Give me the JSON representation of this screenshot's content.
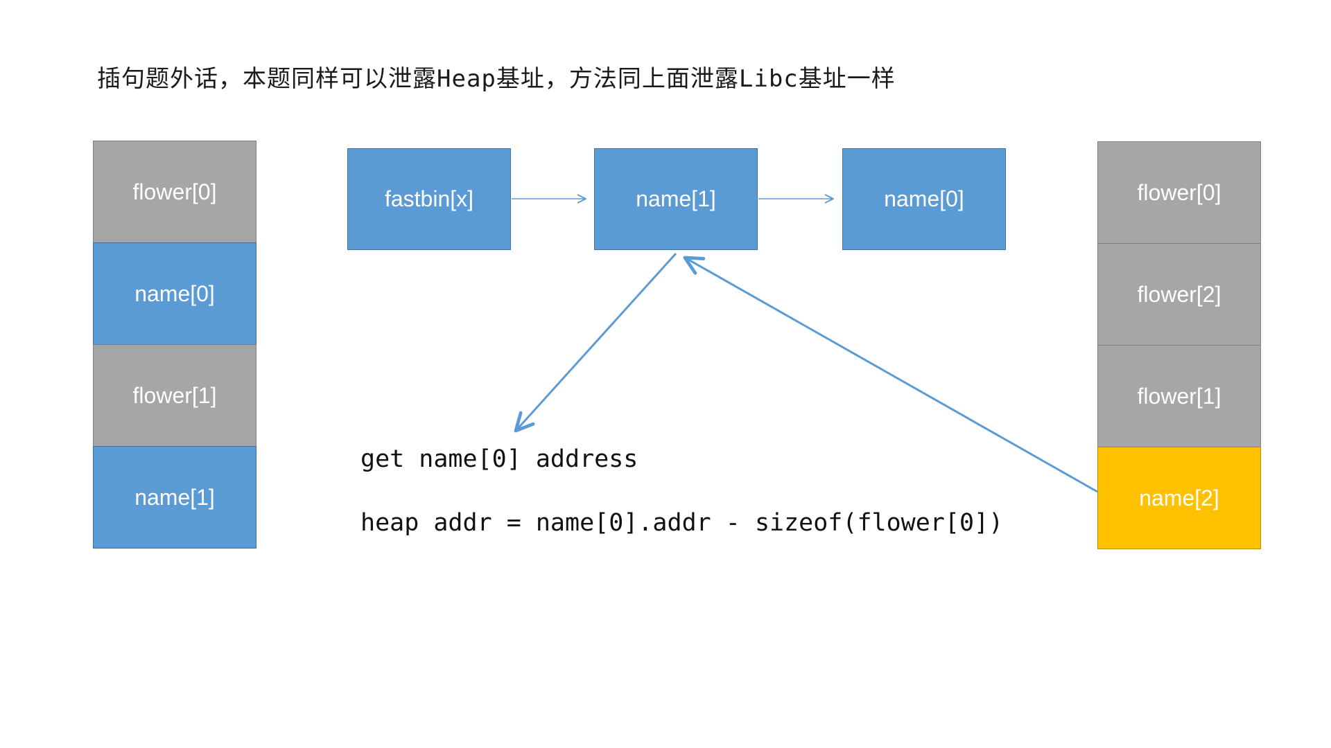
{
  "title_note": "插句题外话，本题同样可以泄露Heap基址，方法同上面泄露Libc基址一样",
  "colors": {
    "cell_gray": "#a6a6a6",
    "cell_blue": "#5b9bd5",
    "cell_orange": "#ffc000",
    "border_gray": "#7f7f7f",
    "border_blue": "#41719c",
    "border_orange": "#bc8c00",
    "arrow_blue": "#5b9bd5",
    "label_text": "#ffffff",
    "code_text": "#111111"
  },
  "left_column": {
    "cells": [
      {
        "label": "flower[0]",
        "color": "c-gray"
      },
      {
        "label": "name[0]",
        "color": "c-blue"
      },
      {
        "label": "flower[1]",
        "color": "c-gray"
      },
      {
        "label": "name[1]",
        "color": "c-blue"
      }
    ]
  },
  "right_column": {
    "cells": [
      {
        "label": "flower[0]",
        "color": "c-gray"
      },
      {
        "label": "flower[2]",
        "color": "c-gray"
      },
      {
        "label": "flower[1]",
        "color": "c-gray"
      },
      {
        "label": "name[2]",
        "color": "c-orange"
      }
    ]
  },
  "chain": {
    "nodes": [
      {
        "label": "fastbin[x]"
      },
      {
        "label": "name[1]"
      },
      {
        "label": "name[0]"
      }
    ]
  },
  "notes": {
    "line1": "get name[0] address",
    "line2": "heap addr = name[0].addr - sizeof(flower[0])"
  }
}
